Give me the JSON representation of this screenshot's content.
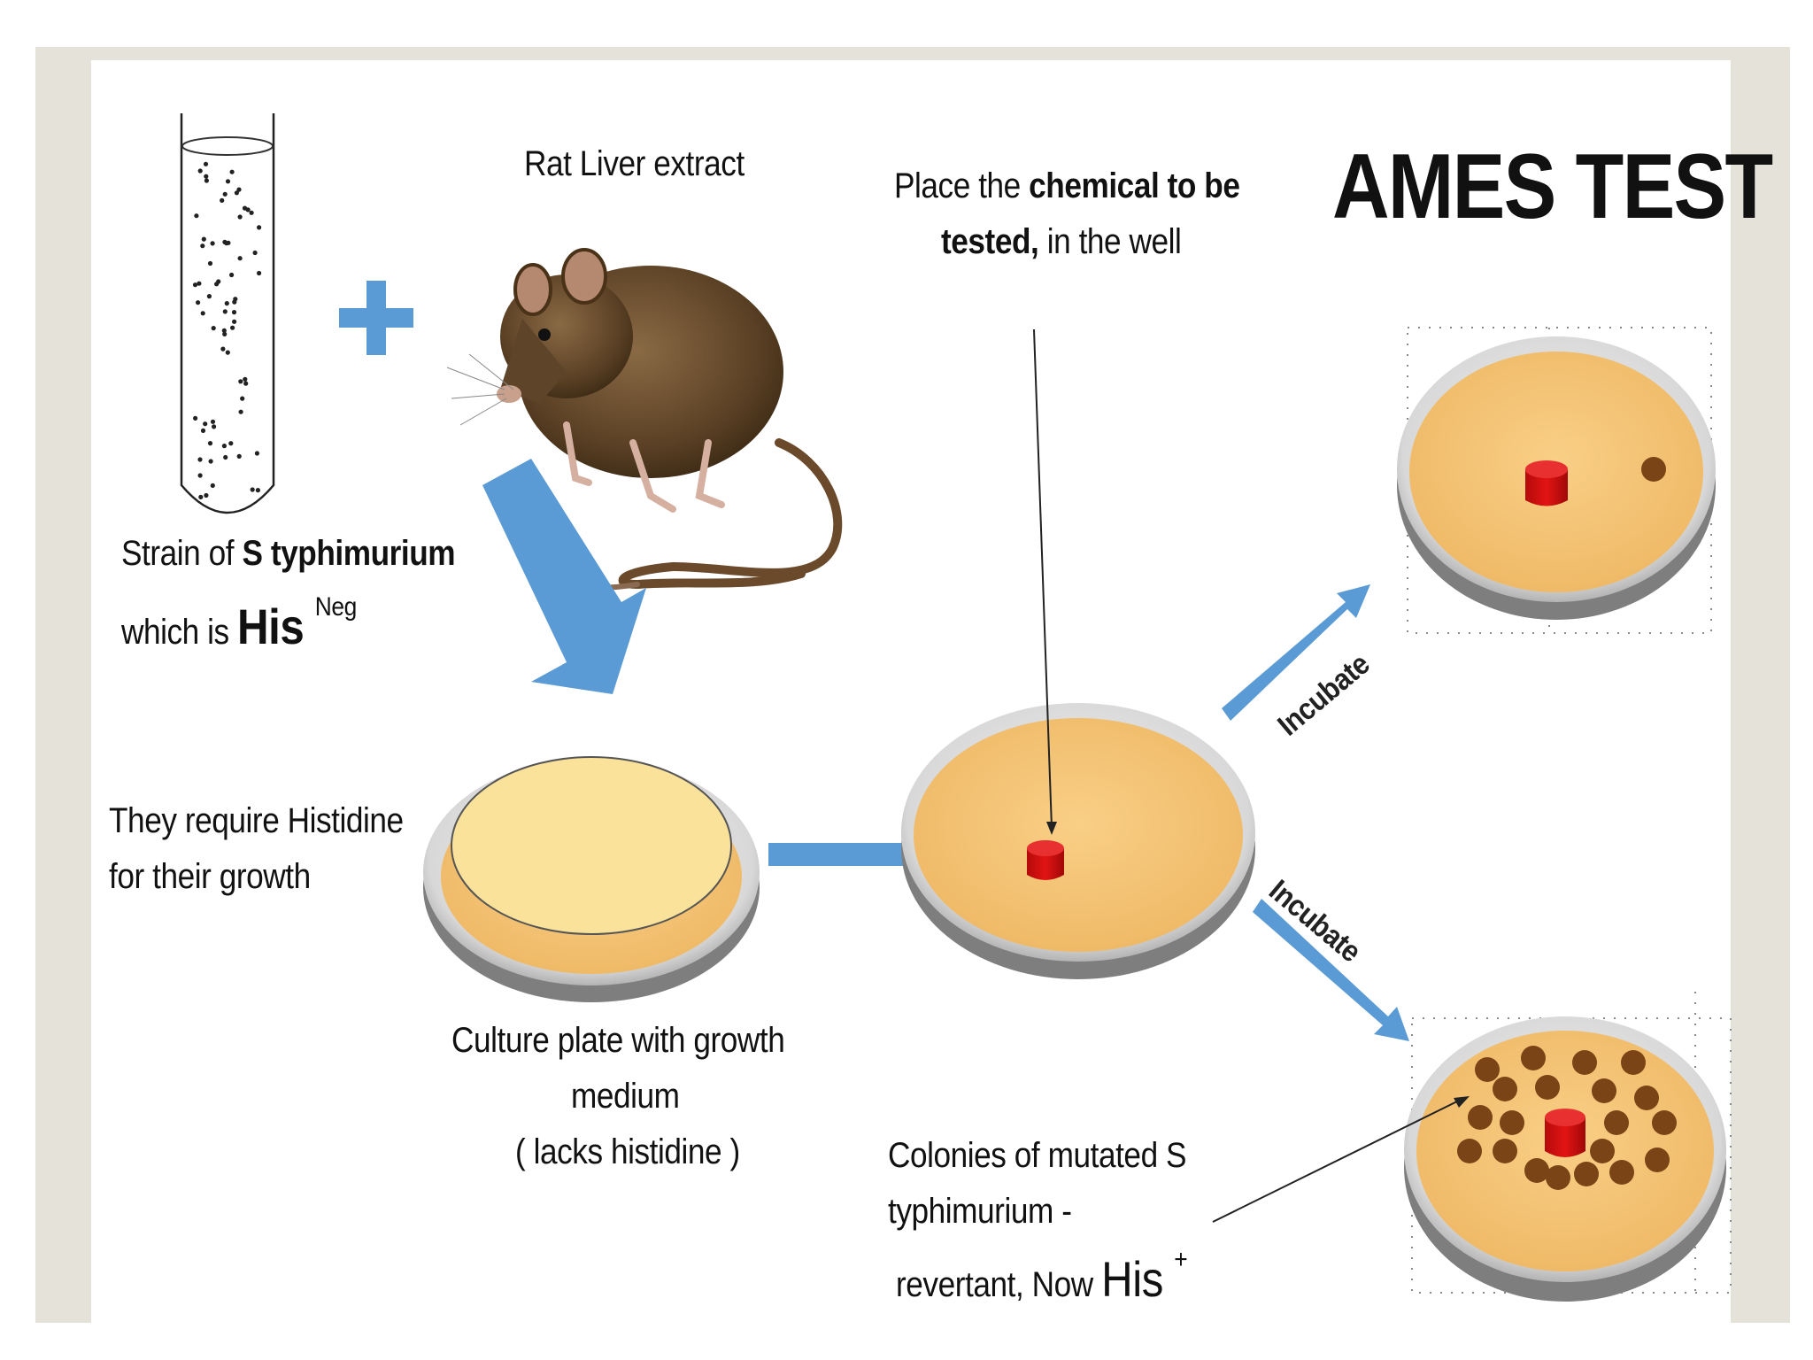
{
  "title": "AMES TEST",
  "labels": {
    "rat": "Rat Liver extract",
    "chemical_1": "Place the ",
    "chemical_bold_1": "chemical to be",
    "chemical_bold_2": "tested,",
    "chemical_2": " in the well",
    "strain_1": "Strain of ",
    "strain_bold": "S typhimurium",
    "strain_2": "which is ",
    "strain_his": "His",
    "strain_sup": "Neg",
    "require_1": "They require Histidine",
    "require_2": "for their growth",
    "culture_1": "Culture plate with growth",
    "culture_2": "medium",
    "culture_3": "( lacks histidine )",
    "colonies_1": "Colonies of mutated S",
    "colonies_2": "typhimurium -",
    "colonies_3": "revertant, Now ",
    "colonies_his": "His",
    "colonies_sup": "+",
    "incubate_top": "Incubate",
    "incubate_bottom": "Incubate"
  },
  "colors": {
    "arrow_blue": "#5b9bd5",
    "agar": "#f6c77e",
    "agar_pale": "#fbe29a",
    "well_red": "#d40f0f",
    "colony_brown": "#7a4416"
  },
  "icons": [
    "test-tube-icon",
    "plus-icon",
    "rat-icon",
    "petri-dish-icon",
    "chemical-well-icon",
    "colony-icon"
  ]
}
